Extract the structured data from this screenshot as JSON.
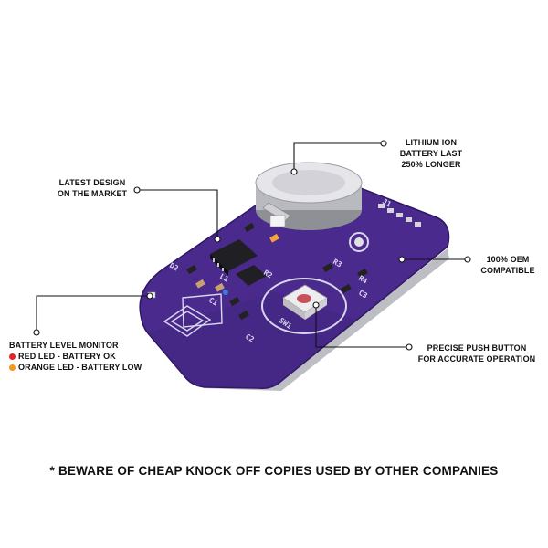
{
  "colors": {
    "board": "#4a2a8c",
    "board_dark": "#2e1763",
    "silk": "#d9d6ee",
    "line": "#111111",
    "red_led": "#e0242a",
    "orange_led": "#f29a1a"
  },
  "callouts": {
    "latest_design": {
      "line1": "LATEST DESIGN",
      "line2": "ON THE MARKET"
    },
    "lithium_ion": {
      "line1": "LITHIUM ION",
      "line2": "BATTERY LAST",
      "line3": "250% LONGER"
    },
    "oem": {
      "line1": "100% OEM",
      "line2": "COMPATIBLE"
    },
    "battery_monitor": {
      "title": "BATTERY LEVEL MONITOR",
      "red": "RED LED - BATTERY OK",
      "orange": "ORANGE LED - BATTERY LOW"
    },
    "push_button": {
      "line1": "PRECISE PUSH BUTTON",
      "line2": "FOR ACCURATE OPERATION"
    }
  },
  "silkscreen": {
    "sw1": "SW1",
    "r3": "R3",
    "r4": "R4",
    "c2": "C2",
    "c3": "C3",
    "c1": "C1",
    "l1": "L1",
    "r2": "R2",
    "d2": "D2",
    "j1": "J1"
  },
  "disclaimer": "* BEWARE OF CHEAP KNOCK OFF COPIES USED BY OTHER COMPANIES"
}
